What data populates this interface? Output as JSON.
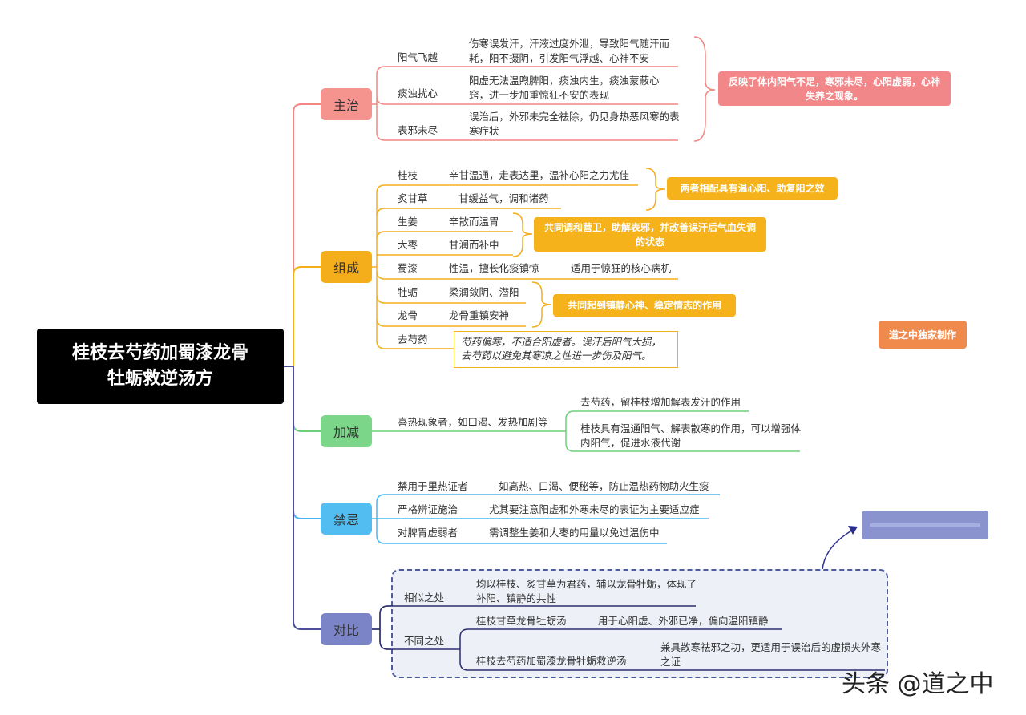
{
  "title_line1": "桂枝去芍药加蜀漆龙骨",
  "title_line2": "牡蛎救逆汤方",
  "colors": {
    "zhuzhi": "#f08783",
    "zucheng": "#f5ae1b",
    "jiajian": "#6cd07a",
    "jinji": "#49b7ee",
    "duibi": "#7a84c7",
    "root": "#000000"
  },
  "branches": {
    "zhuzhi": "主治",
    "zucheng": "组成",
    "jiajian": "加减",
    "jinji": "禁忌",
    "duibi": "对比"
  },
  "zhuzhi": {
    "items": [
      {
        "label": "阳气飞越",
        "desc": "伤寒误发汗，汗液过度外泄，导致阳气随汗而耗，阳不摄阴，引发阳气浮越、心神不安"
      },
      {
        "label": "痰浊扰心",
        "desc": "阳虚无法温煦脾阳，痰浊内生，痰浊蒙蔽心窍，进一步加重惊狂不安的表现"
      },
      {
        "label": "表邪未尽",
        "desc": "误治后，外邪未完全祛除，仍见身热恶风寒的表寒症状"
      }
    ],
    "summary": "反映了体内阳气不足，寒邪未尽，心阳虚弱，心神失养之现象。"
  },
  "zucheng": {
    "items": [
      {
        "herb": "桂枝",
        "desc": "辛甘温通，走表达里，温补心阳之力尤佳"
      },
      {
        "herb": "炙甘草",
        "desc": "甘缓益气，调和诸药"
      },
      {
        "herb": "生姜",
        "desc": "辛散而温胃"
      },
      {
        "herb": "大枣",
        "desc": "甘润而补中"
      },
      {
        "herb": "蜀漆",
        "desc": "性温，擅长化痰镇惊",
        "extra": "适用于惊狂的核心病机"
      },
      {
        "herb": "牡蛎",
        "desc": "柔润敛阴、潜阳"
      },
      {
        "herb": "龙骨",
        "desc": "龙骨重镇安神"
      },
      {
        "herb": "去芍药",
        "desc": "芍药偏寒，不适合阳虚者。误汗后阳气大损，去芍药以避免其寒凉之性进一步伤及阳气。"
      }
    ],
    "note1": "两者相配具有温心阳、助复阳之效",
    "note2": "共同调和营卫，助解表邪，并改善误汗后气血失调的状态",
    "note3": "共同起到镇静心神、稳定情志的作用"
  },
  "credit": "道之中独家制作",
  "jiajian": {
    "condition": "喜热现象者，如口渴、发热加剧等",
    "results": [
      "去芍药，留桂枝增加解表发汗的作用",
      "桂枝具有温通阳气、解表散寒的作用，可以增强体内阳气，促进水液代谢"
    ]
  },
  "jinji": {
    "items": [
      {
        "label": "禁用于里热证者",
        "desc": "如高热、口渴、便秘等，防止温热药物助火生痰"
      },
      {
        "label": "严格辨证施治",
        "desc": "尤其要注意阳虚和外寒未尽的表证为主要适应症"
      },
      {
        "label": "对脾胃虚弱者",
        "desc": "需调整生姜和大枣的用量以免过温伤中"
      }
    ]
  },
  "duibi": {
    "similar_label": "相似之处",
    "similar_desc": "均以桂枝、炙甘草为君药，辅以龙骨牡蛎，体现了补阳、镇静的共性",
    "diff_label": "不同之处",
    "diffs": [
      {
        "name": "桂枝甘草龙骨牡蛎汤",
        "desc": "用于心阳虚、外邪已净，偏向温阳镇静"
      },
      {
        "name": "桂枝去芍药加蜀漆龙骨牡蛎救逆汤",
        "desc": "兼具散寒祛邪之功，更适用于误治后的虚损夹外寒之证"
      }
    ]
  },
  "watermark": "头条 @道之中"
}
